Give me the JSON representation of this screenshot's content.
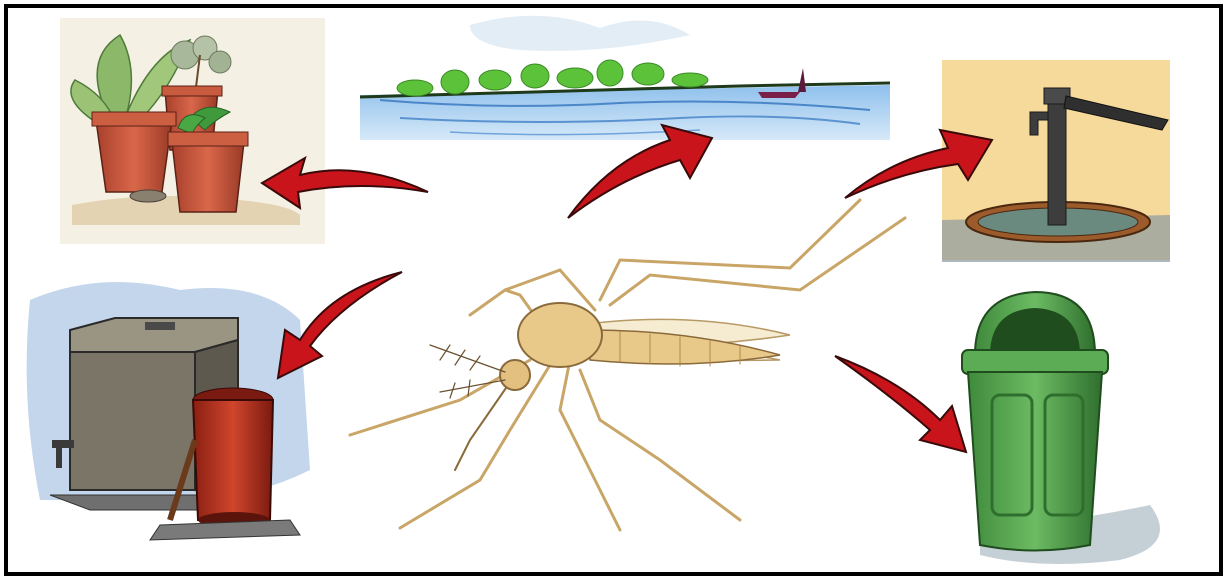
{
  "diagram": {
    "subject": "mosquito",
    "breeding_sites": [
      {
        "id": "flower-pots",
        "direction": "left"
      },
      {
        "id": "pond",
        "direction": "up"
      },
      {
        "id": "hand-pump",
        "direction": "right-up"
      },
      {
        "id": "water-tank-and-drum",
        "direction": "left-down"
      },
      {
        "id": "dustbin",
        "direction": "right-down"
      }
    ]
  },
  "colors": {
    "frame": "#000000",
    "arrow": "#c8141a",
    "arrow_outline": "#3a0a0a",
    "mosquito_body": "#e8c98a",
    "mosquito_outline": "#8a6a3a",
    "pot": "#c8533a",
    "water": "#6fa9e0",
    "grass": "#5cc23a",
    "pump_bg": "#f2cf7a",
    "pump_metal": "#3d3d3d",
    "tank": "#7a7566",
    "drum": "#b8301e",
    "wash": "#b9cfe8",
    "bin": "#4f9a4a"
  }
}
